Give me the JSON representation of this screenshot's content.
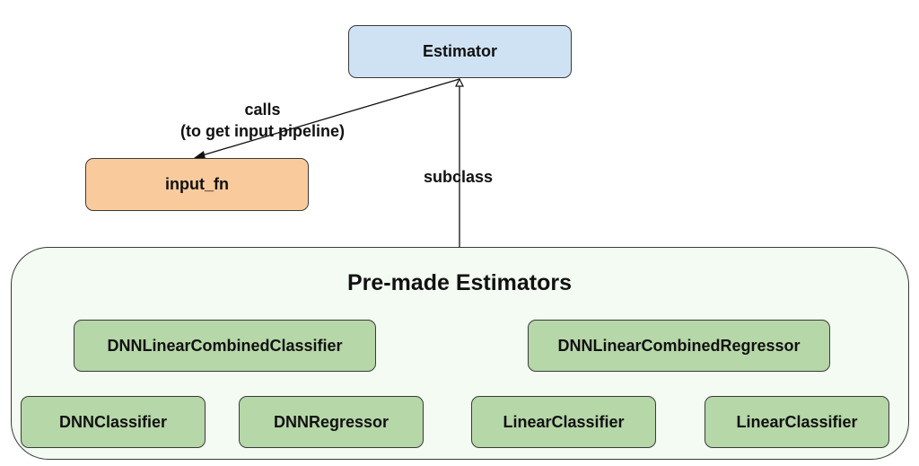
{
  "nodes": {
    "estimator": "Estimator",
    "input_fn": "input_fn",
    "premade_title": "Pre-made Estimators",
    "premade": [
      "DNNLinearCombinedClassifier",
      "DNNLinearCombinedRegressor",
      "DNNClassifier",
      "DNNRegressor",
      "LinearClassifier",
      "LinearClassifier"
    ]
  },
  "edges": {
    "calls_line1": "calls",
    "calls_line2": "(to get input pipeline)",
    "subclass": "subclass"
  },
  "colors": {
    "estimator_fill": "#cfe2f3",
    "input_fn_fill": "#f9cb9c",
    "premade_fill": "#b6d7a8",
    "group_fill": "#f3fbf2"
  }
}
